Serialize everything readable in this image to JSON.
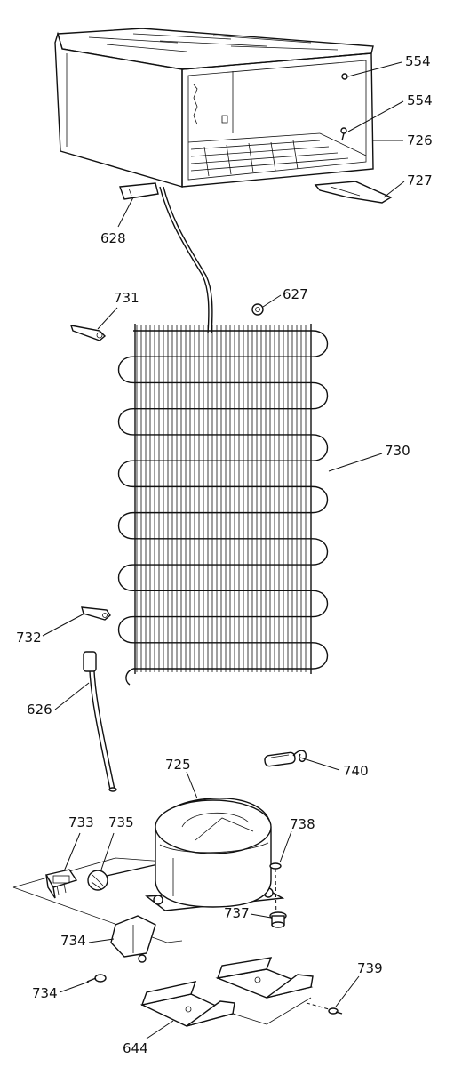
{
  "callouts": {
    "screw_upper": "554",
    "screw_lower": "554",
    "cabinet": "726",
    "bracket_right": "727",
    "bracket_left": "628",
    "clip_top": "627",
    "clamp_upper": "731",
    "condenser": "730",
    "clamp_lower": "732",
    "drain_tube": "626",
    "compressor": "725",
    "harness": "740",
    "relay": "733",
    "overload": "735",
    "grommet": "738",
    "washer": "737",
    "capacitor": "734",
    "capacitor_screw": "734",
    "rail_bolt": "739",
    "mount_rail": "644"
  }
}
